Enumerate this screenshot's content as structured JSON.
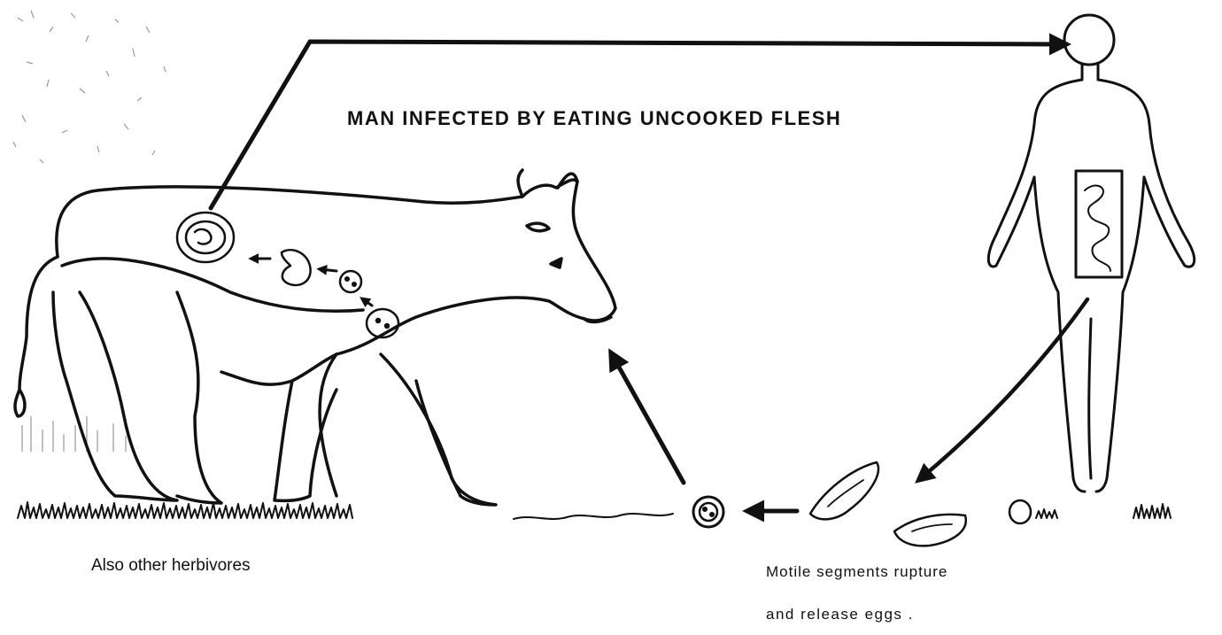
{
  "labels": {
    "main": "MAN  INFECTED  BY  EATING  UNCOOKED  FLESH",
    "herbivores": "Also  other  herbivores",
    "motile_line1": "Motile  segments  rupture",
    "motile_line2": "and  release  eggs ."
  },
  "colors": {
    "ink": "#111111",
    "background": "#ffffff"
  }
}
